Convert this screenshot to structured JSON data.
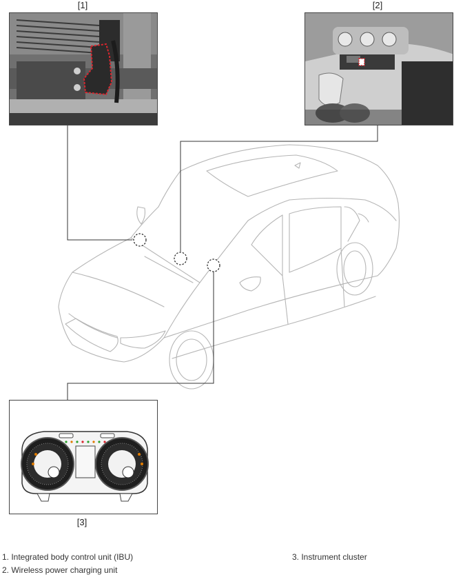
{
  "callouts": {
    "one": "[1]",
    "two": "[2]",
    "three": "[3]"
  },
  "legend": {
    "item1": "1. Integrated body control unit (IBU)",
    "item2": "2. Wireless power charging unit",
    "item3": "3. Instrument cluster"
  },
  "colors": {
    "leader_line": "#333333",
    "highlight": "#d9262e",
    "car_outline": "#b5b5b5"
  }
}
